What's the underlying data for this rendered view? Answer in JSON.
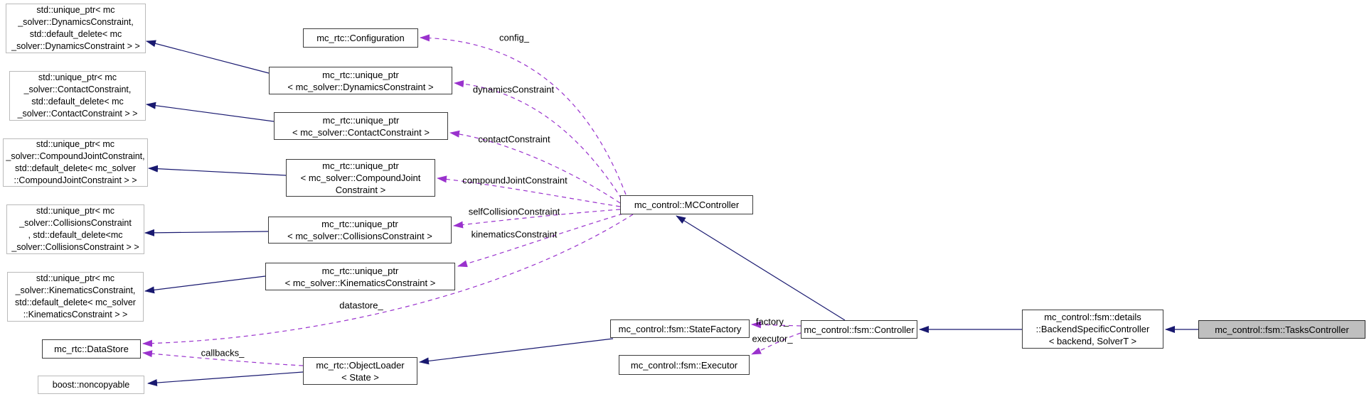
{
  "diagram": {
    "nodes": {
      "dynamicsStd": {
        "label": "std::unique_ptr< mc\n_solver::DynamicsConstraint,\nstd::default_delete< mc\n_solver::DynamicsConstraint > >"
      },
      "contactStd": {
        "label": "std::unique_ptr< mc\n_solver::ContactConstraint,\nstd::default_delete< mc\n_solver::ContactConstraint > >"
      },
      "compoundStd": {
        "label": "std::unique_ptr< mc\n_solver::CompoundJointConstraint,\nstd::default_delete< mc_solver\n::CompoundJointConstraint > >"
      },
      "collisionsStd": {
        "label": "std::unique_ptr< mc\n_solver::CollisionsConstraint\n, std::default_delete<mc\n_solver::CollisionsConstraint > >"
      },
      "kinematicsStd": {
        "label": "std::unique_ptr< mc\n_solver::KinematicsConstraint,\nstd::default_delete< mc_solver\n::KinematicsConstraint > >"
      },
      "dataStore": {
        "label": "mc_rtc::DataStore"
      },
      "noncopyable": {
        "label": "boost::noncopyable"
      },
      "configuration": {
        "label": "mc_rtc::Configuration"
      },
      "dynamicsPtr": {
        "label": "mc_rtc::unique_ptr\n< mc_solver::DynamicsConstraint >"
      },
      "contactPtr": {
        "label": "mc_rtc::unique_ptr\n< mc_solver::ContactConstraint >"
      },
      "compoundPtr": {
        "label": "mc_rtc::unique_ptr\n< mc_solver::CompoundJoint\nConstraint >"
      },
      "collisionsPtr": {
        "label": "mc_rtc::unique_ptr\n< mc_solver::CollisionsConstraint >"
      },
      "kinematicsPtr": {
        "label": "mc_rtc::unique_ptr\n< mc_solver::KinematicsConstraint >"
      },
      "objectLoader": {
        "label": "mc_rtc::ObjectLoader\n< State >"
      },
      "mcController": {
        "label": "mc_control::MCController"
      },
      "stateFactory": {
        "label": "mc_control::fsm::StateFactory"
      },
      "executor": {
        "label": "mc_control::fsm::Executor"
      },
      "fsmController": {
        "label": "mc_control::fsm::Controller"
      },
      "backendSpecific": {
        "label": "mc_control::fsm::details\n::BackendSpecificController\n< backend, SolverT >"
      },
      "tasksController": {
        "label": "mc_control::fsm::TasksController"
      }
    },
    "edgeLabels": {
      "config": "config_",
      "dynamics": "dynamicsConstraint",
      "contact": "contactConstraint",
      "compound": "compoundJointConstraint",
      "selfCollision": "selfCollisionConstraint",
      "kinematics": "kinematicsConstraint",
      "datastore": "datastore_",
      "callbacks": "callbacks_",
      "factory": "factory_",
      "executor": "executor_"
    },
    "colors": {
      "solid_edge": "#191970",
      "dashed_edge": "#9a32cd",
      "selected_fill": "#bfbfbf",
      "external_border": "#bababa",
      "node_border": "#3c3c3c",
      "background": "#ffffff"
    }
  }
}
